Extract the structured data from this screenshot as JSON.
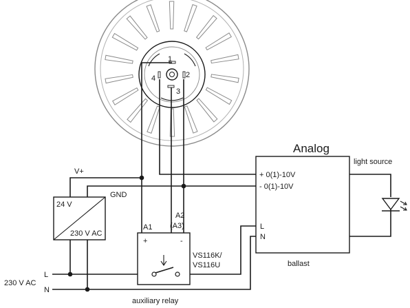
{
  "sensor": {
    "terminals": [
      "1",
      "2",
      "3",
      "4"
    ]
  },
  "power_supply": {
    "output_label": "24 V",
    "input_label": "230 V AC",
    "vplus_label": "V+",
    "gnd_label": "GND"
  },
  "mains": {
    "voltage_label": "230 V AC",
    "line_label": "L",
    "neutral_label": "N"
  },
  "relay": {
    "a1_label": "A1",
    "a2_label": "A2",
    "a3_label": "(A3)",
    "plus_label": "+",
    "minus_label": "-",
    "model_line1": "VS116K/",
    "model_line2": "VS116U",
    "caption": "auxiliary relay"
  },
  "ballast": {
    "title": "Analog",
    "plus_input": "+ 0(1)-10V",
    "minus_input": "- 0(1)-10V",
    "l_label": "L",
    "n_label": "N",
    "caption": "ballast"
  },
  "light_source": {
    "label": "light source"
  }
}
